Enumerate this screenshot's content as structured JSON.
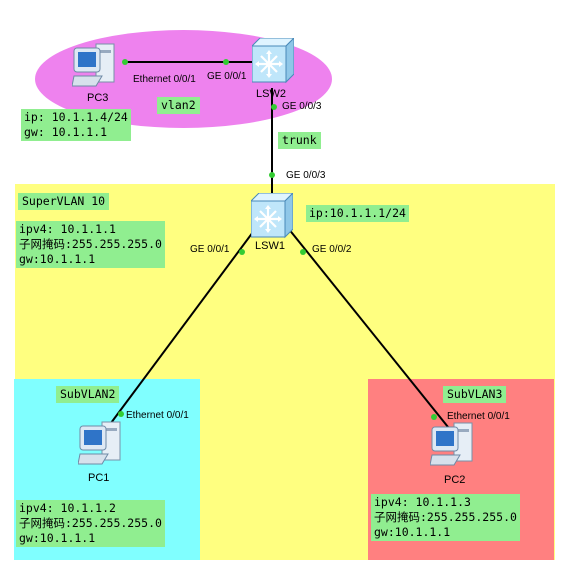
{
  "devices": {
    "pc3": {
      "label": "PC3",
      "port": "Ethernet 0/0/1"
    },
    "lsw2": {
      "label": "LSW2",
      "port_left": "GE 0/0/1",
      "port_down": "GE 0/0/3"
    },
    "lsw1": {
      "label": "LSW1",
      "port_up": "GE 0/0/3",
      "port_left": "GE 0/0/1",
      "port_right": "GE 0/0/2"
    },
    "pc1": {
      "label": "PC1",
      "port": "Ethernet 0/0/1"
    },
    "pc2": {
      "label": "PC2",
      "port": "Ethernet 0/0/1"
    }
  },
  "zones": {
    "vlan2": {
      "label": "vlan2",
      "color": "#ee82ee"
    },
    "supervlan": {
      "label": "SuperVLAN 10",
      "color": "#ffff80"
    },
    "subvlan2": {
      "label": "SubVLAN2",
      "color": "#80ffff"
    },
    "subvlan3": {
      "label": "SubVLAN3",
      "color": "#ff8080"
    }
  },
  "link_labels": {
    "trunk": "trunk"
  },
  "notes": {
    "pc3": "ip: 10.1.1.4/24\ngw: 10.1.1.1",
    "lsw1": "ip:10.1.1.1/24",
    "supervlan": "ipv4: 10.1.1.1\n子网掩码:255.255.255.0\ngw:10.1.1.1",
    "pc1": "ipv4: 10.1.1.2\n子网掩码:255.255.255.0\ngw:10.1.1.1",
    "pc2": "ipv4: 10.1.1.3\n子网掩码:255.255.255.0\ngw:10.1.1.1"
  }
}
